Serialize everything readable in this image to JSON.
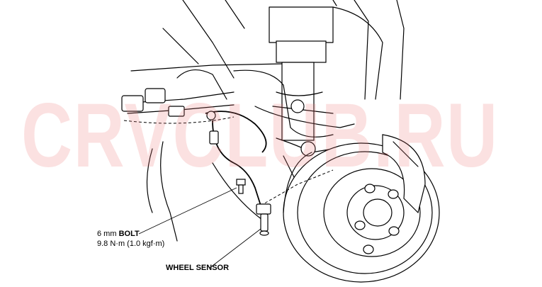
{
  "watermark": "CRVCLUB.RU",
  "labels": {
    "bolt_size": "6 mm",
    "bolt_word": "BOLT",
    "bolt_torque": "9.8 N·m (1.0 kgf·m)",
    "wheel_sensor": "WHEEL SENSOR"
  }
}
